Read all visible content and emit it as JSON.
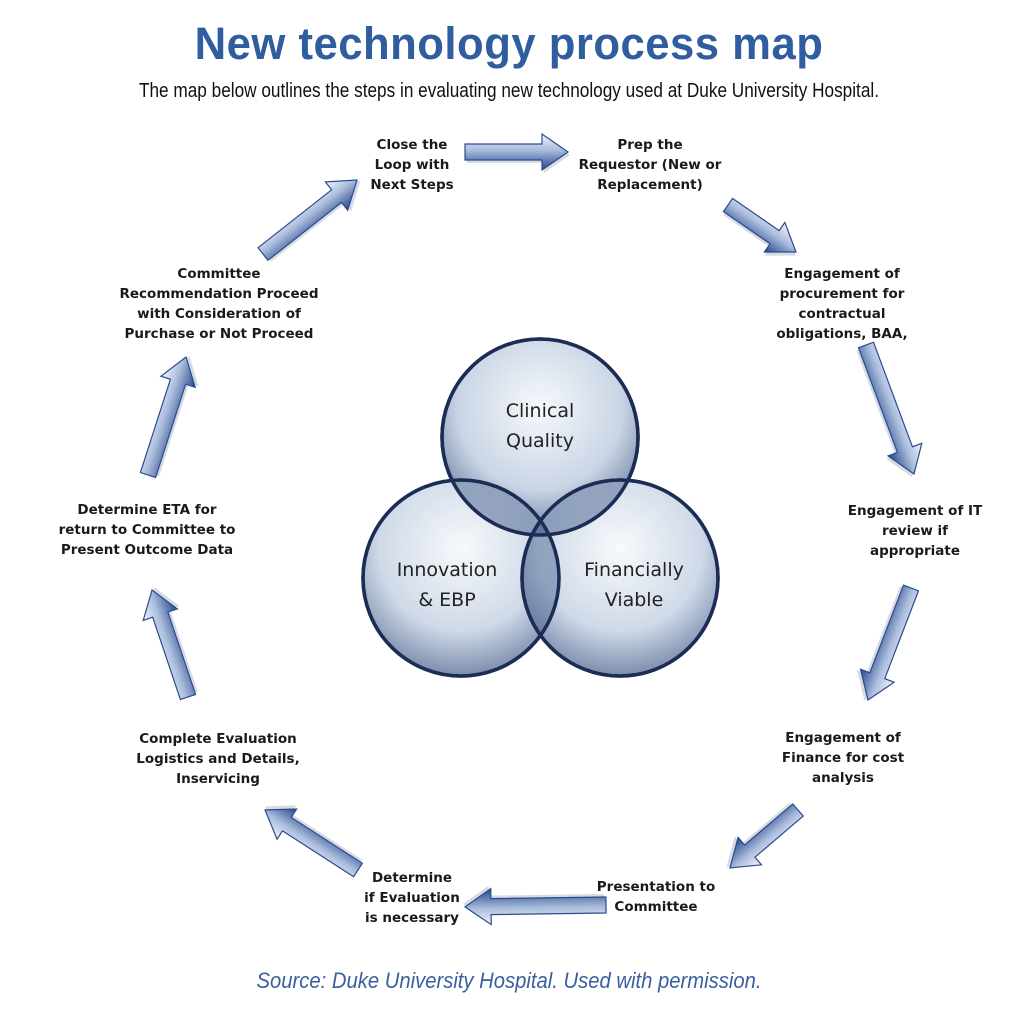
{
  "title": "New technology process map",
  "subtitle": "The map below outlines the steps in evaluating new technology used at Duke University Hospital.",
  "source": "Source: Duke University Hospital. Used with permission.",
  "steps": [
    {
      "lines": [
        "Close the",
        "Loop with",
        "Next Steps"
      ]
    },
    {
      "lines": [
        "Prep the",
        "Requestor (New or",
        "Replacement)"
      ]
    },
    {
      "lines": [
        "Engagement of",
        "procurement for",
        "contractual",
        "obligations, BAA,"
      ]
    },
    {
      "lines": [
        "Engagement of IT",
        "review if",
        "appropriate"
      ]
    },
    {
      "lines": [
        "Engagement of",
        "Finance for cost",
        "analysis"
      ]
    },
    {
      "lines": [
        "Presentation to",
        "Committee"
      ]
    },
    {
      "lines": [
        "Determine",
        "if Evaluation",
        "is necessary"
      ]
    },
    {
      "lines": [
        "Complete Evaluation",
        "Logistics and Details,",
        "Inservicing"
      ]
    },
    {
      "lines": [
        "Determine ETA for",
        "return to Committee to",
        "Present Outcome Data"
      ]
    },
    {
      "lines": [
        "Committee",
        "Recommendation Proceed",
        "with Consideration of",
        "Purchase or Not Proceed"
      ]
    }
  ],
  "venn": {
    "top": [
      "Clinical",
      "Quality"
    ],
    "left": [
      "Innovation",
      "& EBP"
    ],
    "right": [
      "Financially",
      "Viable"
    ]
  },
  "colors": {
    "title": "#2f5d9f",
    "arrow_dark": "#2a4a8e",
    "arrow_light": "#e6ecf6",
    "circle_stroke": "#1c2c55"
  }
}
